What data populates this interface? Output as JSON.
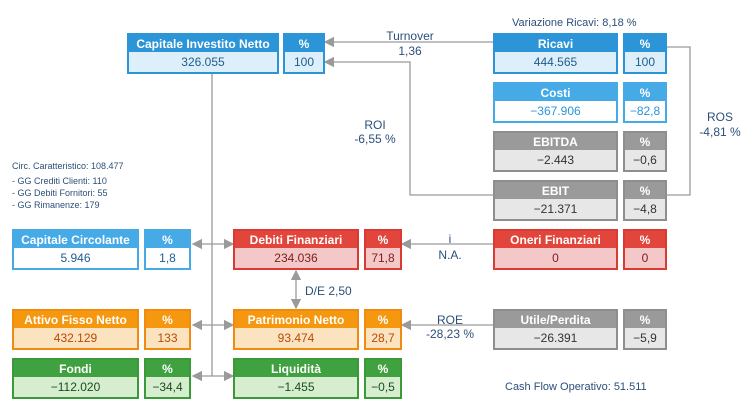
{
  "header_note": "Variazione Ricavi: 8,18 %",
  "turnover": {
    "label": "Turnover",
    "value": "1,36"
  },
  "roi": {
    "label": "ROI",
    "value": "-6,55 %"
  },
  "ros": {
    "label": "ROS",
    "value": "-4,81 %"
  },
  "roe": {
    "label": "ROE",
    "value": "-28,23 %"
  },
  "interest": {
    "label": "i",
    "value": "N.A."
  },
  "de_ratio": "D/E 2,50",
  "cash_flow": "Cash Flow Operativo: 51.511",
  "circ": {
    "title": "Circ. Caratteristico: 108.477",
    "lines": [
      "- GG Crediti Clienti: 110",
      "- GG Debiti Fornitori: 55",
      "- GG Rimanenze: 179"
    ]
  },
  "pct_label": "%",
  "boxes": {
    "capitale_investito": {
      "label": "Capitale Investito Netto",
      "value": "326.055",
      "pct": "100"
    },
    "ricavi": {
      "label": "Ricavi",
      "value": "444.565",
      "pct": "100"
    },
    "costi": {
      "label": "Costi",
      "value": "−367.906",
      "pct": "−82,8"
    },
    "ebitda": {
      "label": "EBITDA",
      "value": "−2.443",
      "pct": "−0,6"
    },
    "ebit": {
      "label": "EBIT",
      "value": "−21.371",
      "pct": "−4,8"
    },
    "capitale_circolante": {
      "label": "Capitale Circolante",
      "value": "5.946",
      "pct": "1,8"
    },
    "debiti_finanziari": {
      "label": "Debiti Finanziari",
      "value": "234.036",
      "pct": "71,8"
    },
    "oneri_finanziari": {
      "label": "Oneri Finanziari",
      "value": "0",
      "pct": "0"
    },
    "attivo_fisso": {
      "label": "Attivo Fisso Netto",
      "value": "432.129",
      "pct": "133"
    },
    "patrimonio_netto": {
      "label": "Patrimonio Netto",
      "value": "93.474",
      "pct": "28,7"
    },
    "utile_perdita": {
      "label": "Utile/Perdita",
      "value": "−26.391",
      "pct": "−5,9"
    },
    "fondi": {
      "label": "Fondi",
      "value": "−112.020",
      "pct": "−34,4"
    },
    "liquidita": {
      "label": "Liquidità",
      "value": "−1.455",
      "pct": "−0,5"
    }
  }
}
